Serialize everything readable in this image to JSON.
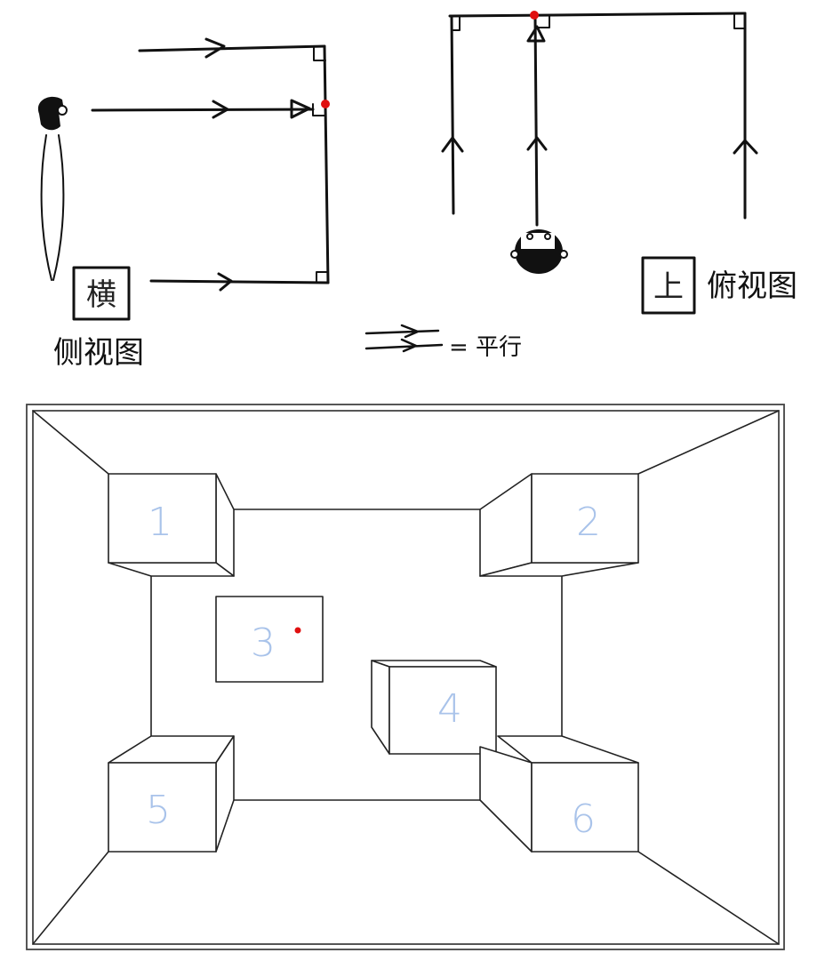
{
  "side_view": {
    "badge": "横",
    "title": "侧视图"
  },
  "top_view": {
    "badge": "上",
    "title": "俯视图"
  },
  "legend": {
    "text": "= 平行"
  },
  "room": {
    "boxes": [
      "1",
      "2",
      "3",
      "4",
      "5",
      "6"
    ]
  },
  "colors": {
    "ink": "#111111",
    "focus_dot": "#e01010",
    "number": "#a9c3ea"
  }
}
